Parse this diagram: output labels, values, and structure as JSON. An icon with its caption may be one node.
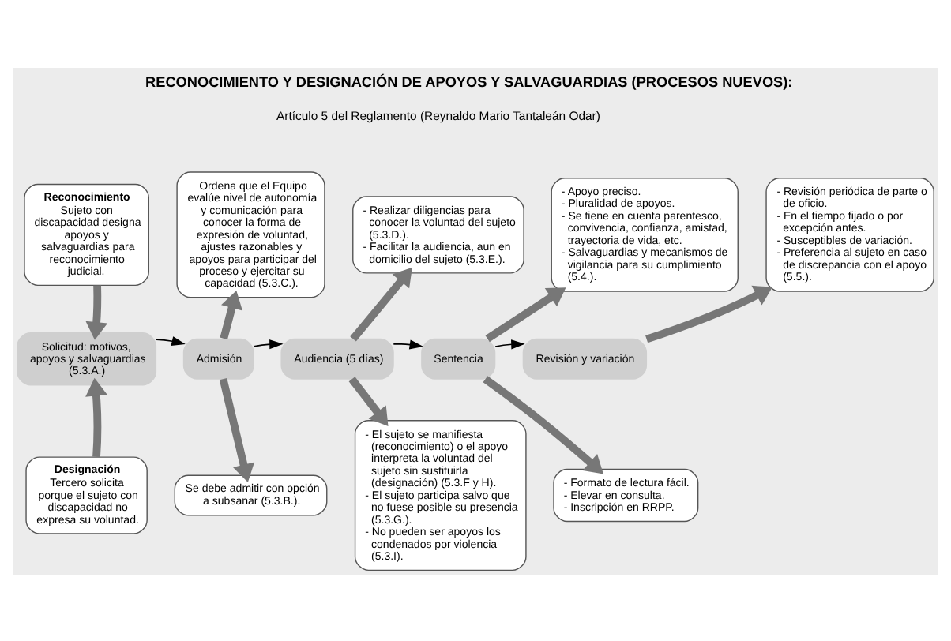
{
  "diagram": {
    "title": "RECONOCIMIENTO Y DESIGNACIÓN DE APOYOS Y SALVAGUARDIAS (PROCESOS NUEVOS):",
    "nodes": [
      {
        "text": [
          "Reconocimiento",
          "Sujeto con discapacidad designa apoyos y salvaguardias para reconocimiento judicial."
        ]
      },
      {
        "text": [
          "Designación",
          "Tercero solicita porque el sujeto con discapacidad no expresa su voluntad."
        ]
      },
      {
        "text": [
          "Solicitud: motivos, apoyos y salvaguardias (5.3.A.)"
        ]
      },
      {
        "text": [
          "Ordena que el Equipo evalúe nivel de autonomía y comunicación para conocer la forma de expresión de voluntad, ajustes razonables y apoyos para participar del proceso y ejercitar su capacidad (5.3.C.)."
        ]
      },
      {
        "text": [
          "Admisión"
        ]
      },
      {
        "text": [
          "Se debe admitir con opción a subsanar (5.3.B.)."
        ]
      },
      {
        "text": [
          "- Realizar diligencias para conocer la voluntad del sujeto (5.3.D.).",
          "- Facilitar la audiencia, aun en domicilio del sujeto (5.3.E.)."
        ]
      },
      {
        "text": [
          "Audiencia (5 días)"
        ]
      },
      {
        "text": [
          "- El sujeto se manifiesta (reconocimiento) o el apoyo interpreta la voluntad del sujeto sin sustituirla (designación) (5.3.F y H).",
          "- El sujeto participa salvo que no fuese posible su presencia (5.3.G.).",
          "- No pueden ser apoyos los condenados por violencia (5.3.I)."
        ]
      },
      {
        "text": [
          "- Apoyo preciso.",
          "- Pluralidad de apoyos.",
          "- Se tiene en cuenta parentesco, convivencia, confianza, amistad, trayectoria de vida, etc.",
          "- Salvaguardias y mecanismos de vigilancia para su cumplimiento (5.4.)."
        ]
      },
      {
        "text": [
          "Sentencia"
        ]
      },
      {
        "text": [
          "- Formato de lectura fácil.",
          "- Elevar en consulta.",
          "- Inscripción en RRPP."
        ]
      },
      {
        "text": [
          "- Revisión periódica de parte o de oficio.",
          "- En el tiempo fijado o por excepción antes.",
          "- Susceptibles de variación.",
          "- Preferencia al sujeto en caso de discrepancia con el apoyo (5.5.)."
        ]
      },
      {
        "text": [
          "Revisión y variación"
        ]
      }
    ],
    "edges": [
      {
        "from": 0,
        "to": 2,
        "arrow": "to"
      },
      {
        "from": 1,
        "to": 2,
        "arrow": "to"
      },
      {
        "from": 2,
        "to": 4,
        "arrow": "to",
        "color": "#000000"
      },
      {
        "from": 4,
        "to": 3,
        "arrow": "to"
      },
      {
        "from": 4,
        "to": 5,
        "arrow": "to"
      },
      {
        "from": 4,
        "to": 7,
        "arrow": "to",
        "color": "#000000"
      },
      {
        "from": 7,
        "to": 6,
        "arrow": "to"
      },
      {
        "from": 7,
        "to": 8,
        "arrow": "to"
      },
      {
        "from": 7,
        "to": 10,
        "arrow": "to",
        "color": "#000000"
      },
      {
        "from": 10,
        "to": 9,
        "arrow": "to"
      },
      {
        "from": 10,
        "to": 11,
        "arrow": "to"
      },
      {
        "from": 10,
        "to": 13,
        "arrow": "to",
        "color": "#000000"
      },
      {
        "from": 13,
        "to": 12,
        "arrow": "to"
      }
    ],
    "labels": [
      "Artículo 5 del Reglamento (Reynaldo Mario Tantaleán Odar)"
    ]
  }
}
